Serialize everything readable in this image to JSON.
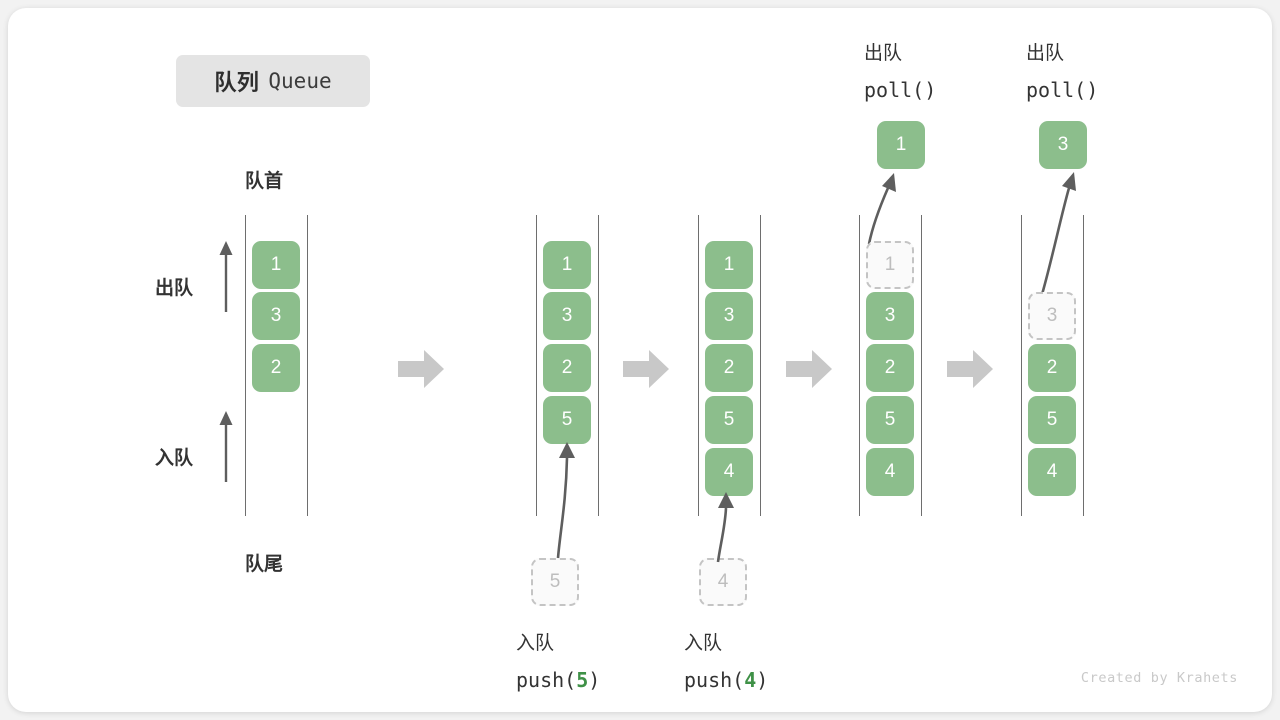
{
  "title": {
    "cn": "队列",
    "en": "Queue"
  },
  "labels": {
    "front": "队首",
    "rear": "队尾",
    "dequeue_dir": "出队",
    "enqueue_dir": "入队"
  },
  "credit": "Created by Krahets",
  "colors": {
    "cell_fill": "#8cbe8c",
    "cell_text": "#ffffff",
    "ghost_border": "#c4c4c4",
    "ghost_text": "#bdbdbd",
    "rail": "#6e6e6e",
    "arrow_gray": "#c8c8c8",
    "motion_arrow": "#5e5e5e",
    "accent_green": "#3f9147",
    "chip_bg": "#e4e4e4",
    "text_dark": "#333333",
    "credit_text": "#c9c9c9"
  },
  "steps": [
    {
      "id": "initial",
      "cells": [
        "1",
        "3",
        "2"
      ],
      "ghost_index": null,
      "ghost_value": null,
      "incoming_value": null,
      "popped_value": null,
      "caption_cn": null,
      "caption_code_prefix": null,
      "caption_code_arg": null,
      "caption_code_suffix": null,
      "top_caption_cn": null,
      "top_caption_code": null
    },
    {
      "id": "push-5",
      "cells": [
        "1",
        "3",
        "2",
        "5"
      ],
      "ghost_index": null,
      "ghost_value": null,
      "incoming_value": "5",
      "popped_value": null,
      "caption_cn": "入队",
      "caption_code_prefix": "push(",
      "caption_code_arg": "5",
      "caption_code_suffix": ")",
      "top_caption_cn": null,
      "top_caption_code": null
    },
    {
      "id": "push-4",
      "cells": [
        "1",
        "3",
        "2",
        "5",
        "4"
      ],
      "ghost_index": null,
      "ghost_value": null,
      "incoming_value": "4",
      "popped_value": null,
      "caption_cn": "入队",
      "caption_code_prefix": "push(",
      "caption_code_arg": "4",
      "caption_code_suffix": ")",
      "top_caption_cn": null,
      "top_caption_code": null
    },
    {
      "id": "poll-1",
      "cells": [
        "1",
        "3",
        "2",
        "5",
        "4"
      ],
      "ghost_index": 0,
      "ghost_value": "1",
      "incoming_value": null,
      "popped_value": "1",
      "caption_cn": null,
      "caption_code_prefix": null,
      "caption_code_arg": null,
      "caption_code_suffix": null,
      "top_caption_cn": "出队",
      "top_caption_code": "poll()"
    },
    {
      "id": "poll-3",
      "cells": [
        "",
        "3",
        "2",
        "5",
        "4"
      ],
      "ghost_index": 1,
      "ghost_value": "3",
      "incoming_value": null,
      "popped_value": "3",
      "caption_cn": null,
      "caption_code_prefix": null,
      "caption_code_arg": null,
      "caption_code_suffix": null,
      "top_caption_cn": "出队",
      "top_caption_code": "poll()"
    }
  ]
}
